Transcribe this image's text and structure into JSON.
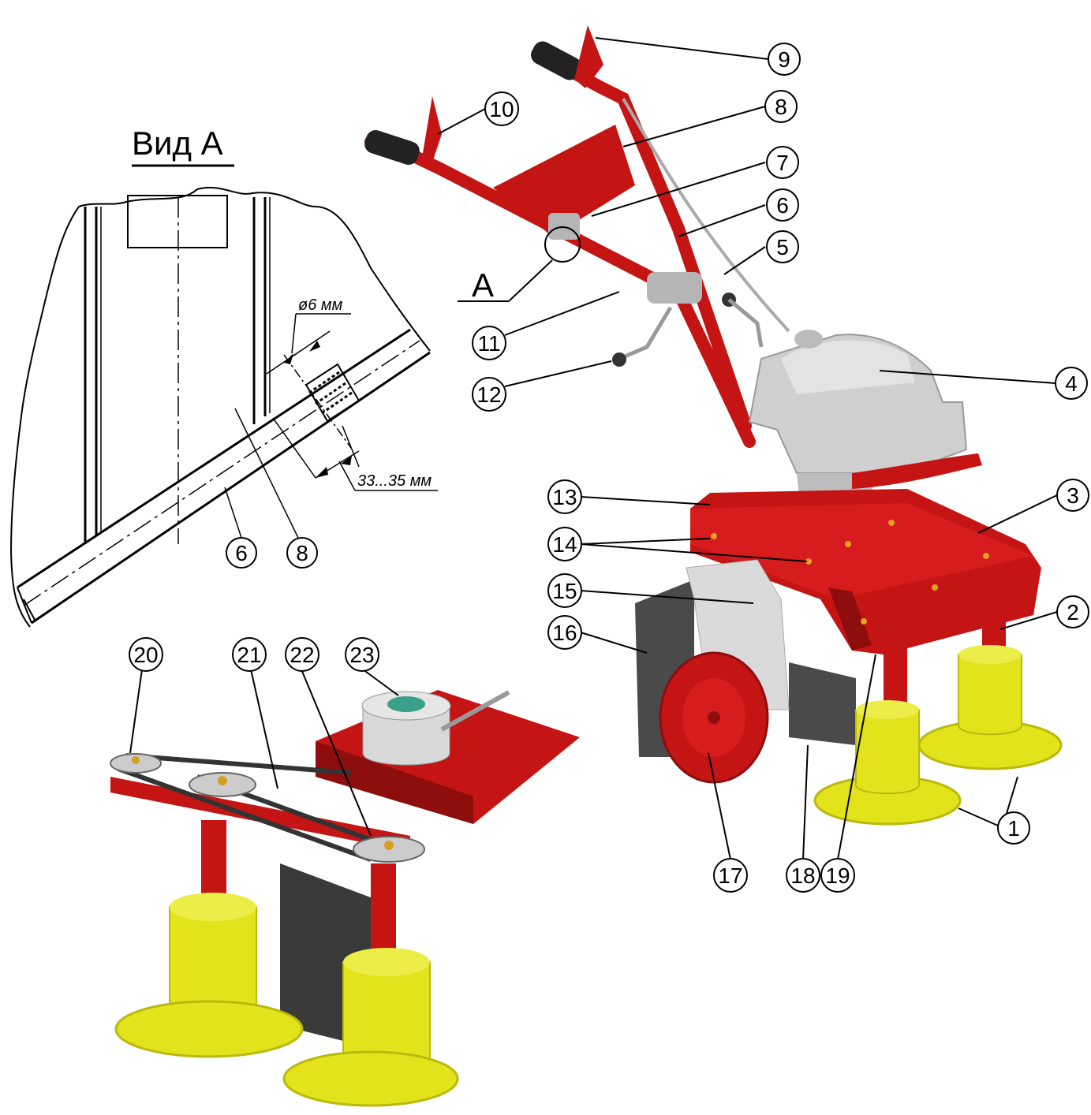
{
  "view": {
    "title": "Вид А",
    "label_a": "А",
    "dim_diameter": "ø6 мм",
    "dim_length": "33...35 мм",
    "part_6": "6",
    "part_8": "8"
  },
  "callouts": [
    "1",
    "2",
    "3",
    "4",
    "5",
    "6",
    "7",
    "8",
    "9",
    "10",
    "11",
    "12",
    "13",
    "14",
    "15",
    "16",
    "17",
    "18",
    "19",
    "20",
    "21",
    "22",
    "23"
  ],
  "colors": {
    "frame_red": "#c41414",
    "dark_red": "#8e0d0d",
    "yellow_disc": "#e3e31c",
    "yellow_shade": "#b9b90e",
    "engine_grey": "#cfcfcf",
    "shield_grey": "#4a4a4a",
    "line": "#000000"
  }
}
